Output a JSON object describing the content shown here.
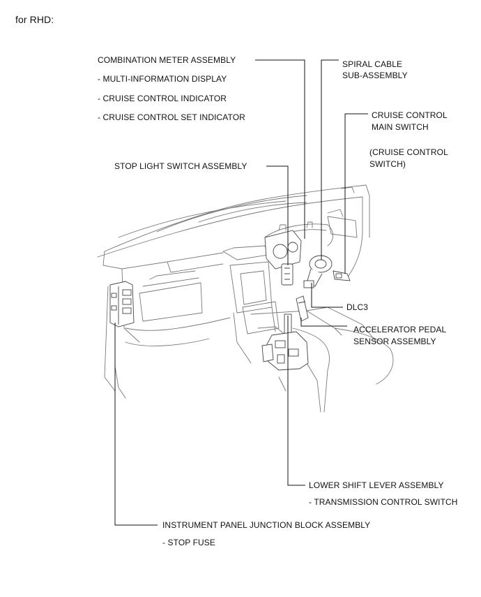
{
  "header": "for RHD:",
  "labels": {
    "combination_meter": "COMBINATION METER ASSEMBLY",
    "multi_info_display": "- MULTI-INFORMATION DISPLAY",
    "cruise_control_indicator": "- CRUISE CONTROL INDICATOR",
    "cruise_control_set_indicator": "- CRUISE CONTROL SET INDICATOR",
    "spiral_cable_1": "SPIRAL CABLE",
    "spiral_cable_2": "SUB-ASSEMBLY",
    "cruise_main_switch_1": "CRUISE CONTROL",
    "cruise_main_switch_2": "MAIN SWITCH",
    "cruise_switch_1": "(CRUISE CONTROL",
    "cruise_switch_2": "SWITCH)",
    "stop_light_switch": "STOP LIGHT SWITCH ASSEMBLY",
    "dlc3": "DLC3",
    "accel_pedal_1": "ACCELERATOR PEDAL",
    "accel_pedal_2": "SENSOR ASSEMBLY",
    "lower_shift_lever": "LOWER SHIFT LEVER ASSEMBLY",
    "transmission_control_switch": "- TRANSMISSION CONTROL SWITCH",
    "instrument_panel_jb": "INSTRUMENT PANEL JUNCTION BLOCK ASSEMBLY",
    "stop_fuse": "- STOP FUSE"
  },
  "colors": {
    "line": "#111111",
    "outline": "#777777",
    "background": "#ffffff"
  }
}
